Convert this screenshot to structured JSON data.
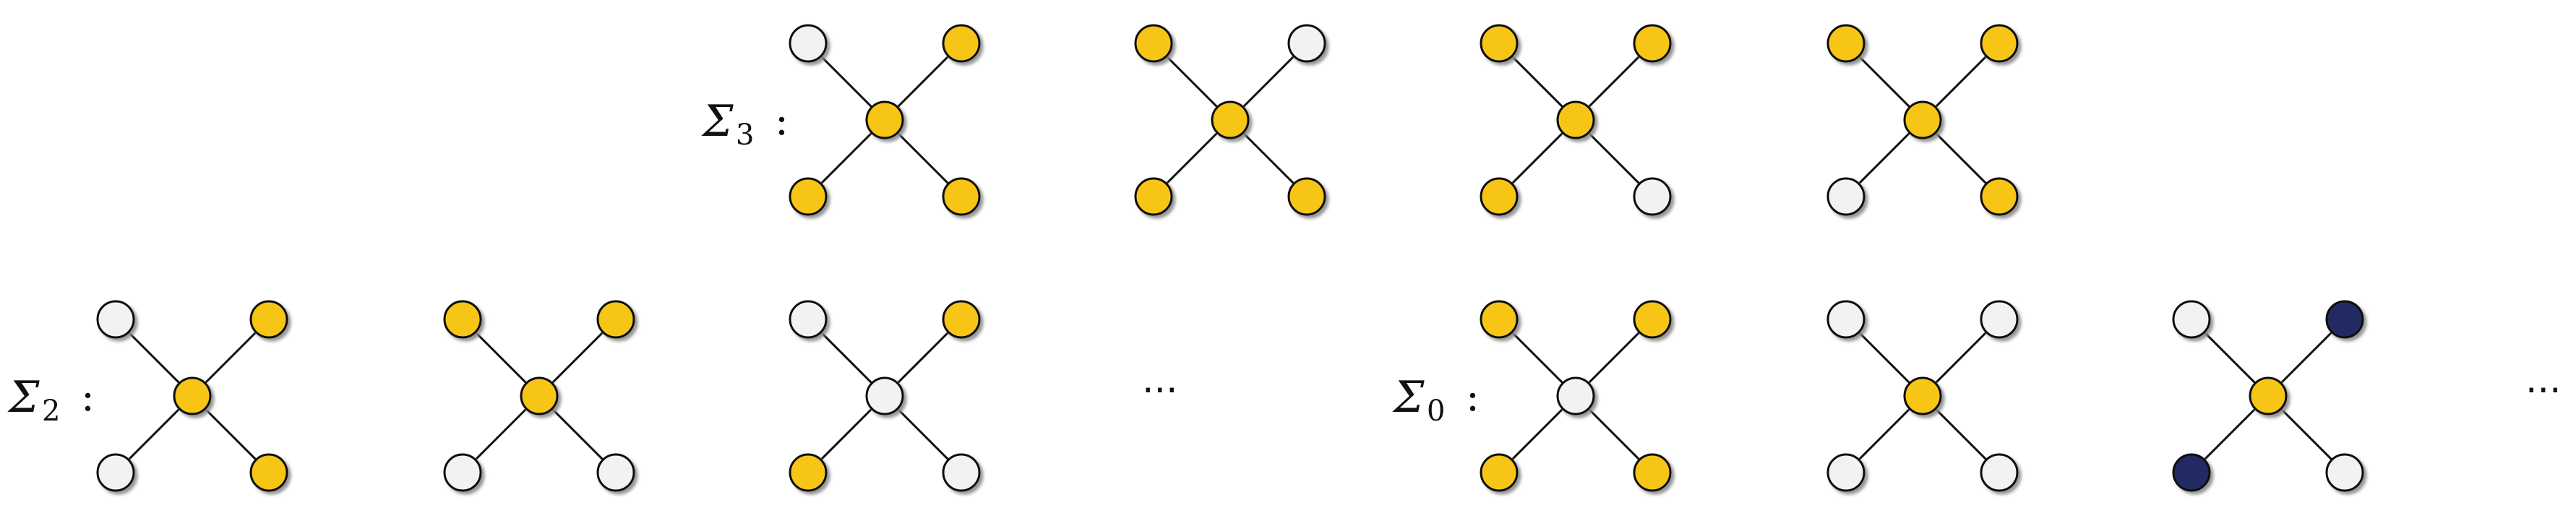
{
  "colors": {
    "empty": "#f2f2f2",
    "yellow": "#f6c514",
    "navy": "#222a63",
    "stroke": "#111111",
    "shadow": "#9a9a9a"
  },
  "rows": [
    {
      "name": "sigma-3-row",
      "symbol": "Σ",
      "subscript": "3",
      "colon": ":",
      "configs": [
        {
          "center": "yellow",
          "tl": "empty",
          "tr": "yellow",
          "bl": "yellow",
          "br": "yellow"
        },
        {
          "center": "yellow",
          "tl": "yellow",
          "tr": "empty",
          "bl": "yellow",
          "br": "yellow"
        },
        {
          "center": "yellow",
          "tl": "yellow",
          "tr": "yellow",
          "bl": "yellow",
          "br": "empty"
        },
        {
          "center": "yellow",
          "tl": "yellow",
          "tr": "yellow",
          "bl": "empty",
          "br": "yellow"
        }
      ]
    },
    {
      "name": "sigma-2-row",
      "symbol": "Σ",
      "subscript": "2",
      "colon": ":",
      "ellipsis": "···",
      "configs": [
        {
          "center": "yellow",
          "tl": "empty",
          "tr": "yellow",
          "bl": "empty",
          "br": "yellow"
        },
        {
          "center": "yellow",
          "tl": "yellow",
          "tr": "yellow",
          "bl": "empty",
          "br": "empty"
        },
        {
          "center": "empty",
          "tl": "empty",
          "tr": "yellow",
          "bl": "yellow",
          "br": "empty"
        }
      ]
    },
    {
      "name": "sigma-0-row",
      "symbol": "Σ",
      "subscript": "0",
      "colon": ":",
      "ellipsis": "···",
      "configs": [
        {
          "center": "empty",
          "tl": "yellow",
          "tr": "yellow",
          "bl": "yellow",
          "br": "yellow"
        },
        {
          "center": "yellow",
          "tl": "empty",
          "tr": "empty",
          "bl": "empty",
          "br": "empty"
        },
        {
          "center": "yellow",
          "tl": "empty",
          "tr": "navy",
          "bl": "navy",
          "br": "empty"
        }
      ]
    }
  ]
}
